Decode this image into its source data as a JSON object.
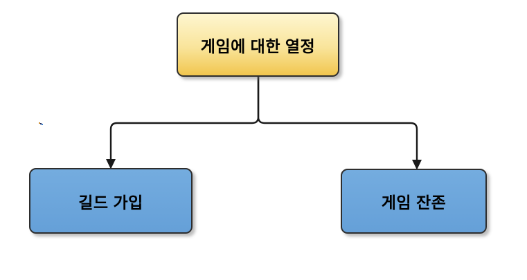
{
  "diagram": {
    "type": "flowchart",
    "root": {
      "id": "passion",
      "label": "게임에 대한 열정"
    },
    "children": [
      {
        "id": "guild-join",
        "label": "길드 가입",
        "parent": "passion"
      },
      {
        "id": "game-retention",
        "label": "게임 잔존",
        "parent": "passion"
      }
    ]
  },
  "colors": {
    "background": "#ffffff",
    "root-fill-top": "#FEF6D0",
    "root-fill-mid": "#F9E49A",
    "root-fill-bottom": "#F1C64F",
    "child-fill-top": "#74ACDF",
    "child-fill-bottom": "#65A0D8",
    "node-border": "#2E2E2E",
    "connector": "#1A1A1A",
    "text": "#000000",
    "artifact-0": "#C98A2E",
    "artifact-1": "#1E2B5E",
    "artifact-2": "#3B82D0"
  }
}
